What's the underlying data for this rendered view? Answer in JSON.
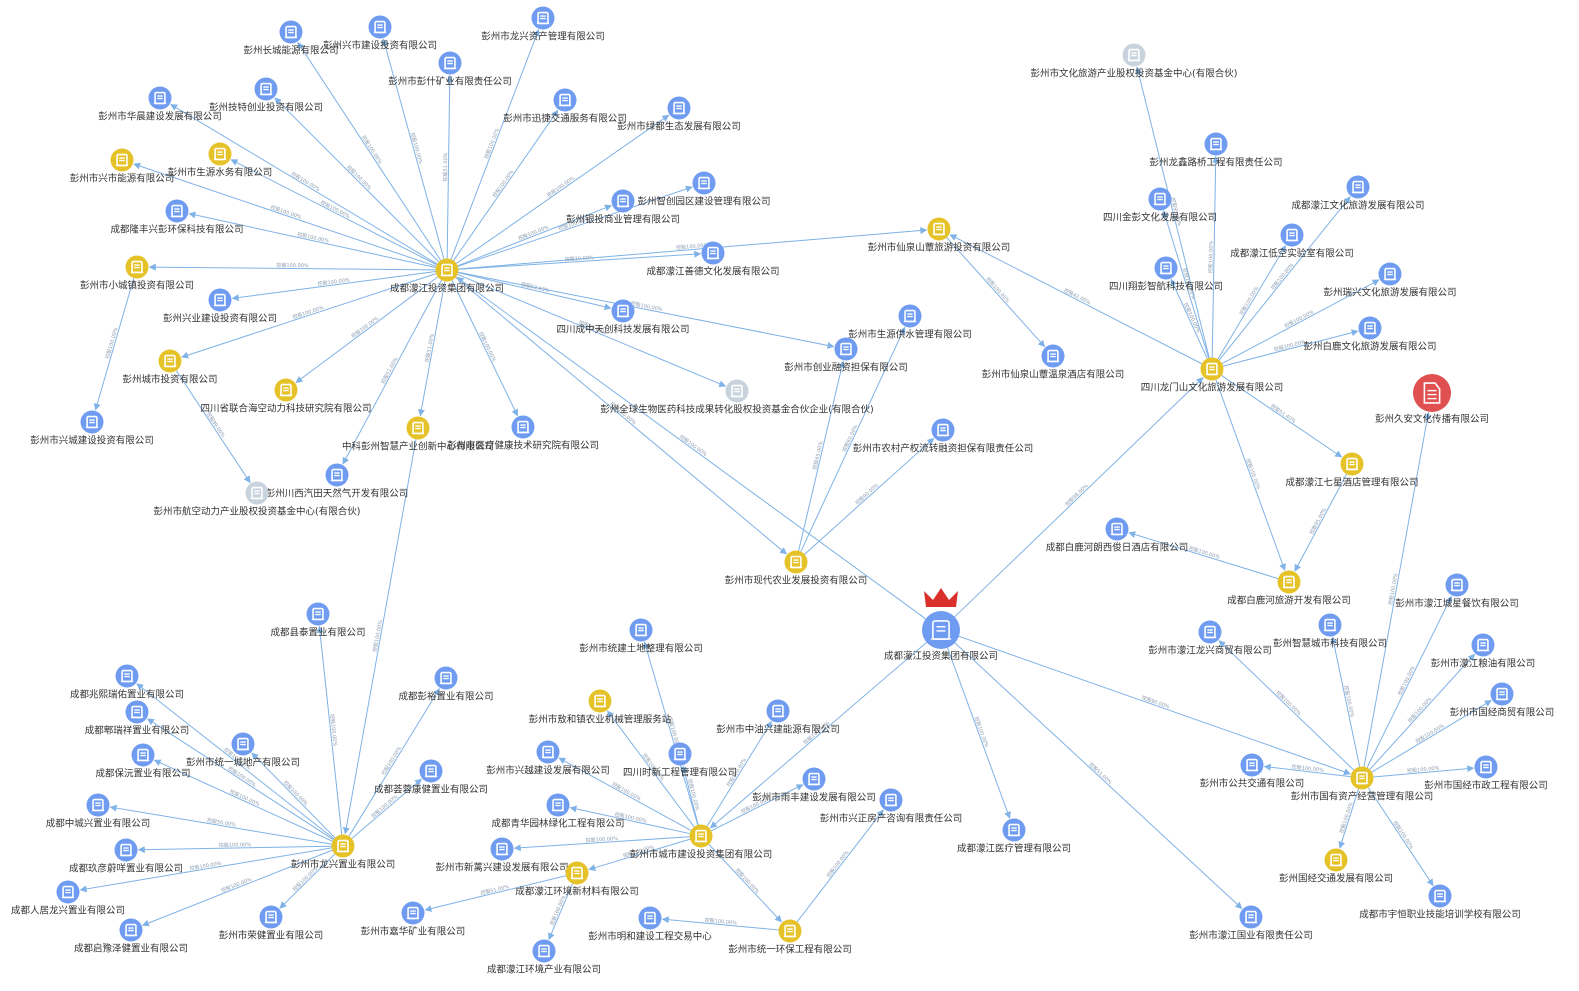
{
  "colors": {
    "blue": "#6f9cf0",
    "yellow": "#e6c229",
    "gray": "#c9d3de",
    "red": "#e05050",
    "crown": "#d9302b",
    "edge": "#7fb2e6"
  },
  "nodes": [
    {
      "id": "root",
      "label": "成都濛江投资集团有限公司",
      "type": "blue",
      "icon": "company-icon",
      "crown": true
    },
    {
      "id": "n1",
      "label": "成都濛江投资集团有限公司",
      "type": "yellow",
      "icon": "company-icon"
    },
    {
      "id": "a1",
      "label": "彭州长城能源有限公司",
      "type": "blue",
      "icon": "company-icon"
    },
    {
      "id": "a2",
      "label": "彭州兴市建设投资有限公司",
      "type": "blue",
      "icon": "company-icon"
    },
    {
      "id": "a3",
      "label": "彭州市龙兴资产管理有限公司",
      "type": "blue",
      "icon": "company-icon"
    },
    {
      "id": "a4",
      "label": "彭州市彭什矿业有限责任公司",
      "type": "blue",
      "icon": "company-icon"
    },
    {
      "id": "a5",
      "label": "彭州技特创业投资有限公司",
      "type": "blue",
      "icon": "company-icon"
    },
    {
      "id": "a6",
      "label": "彭州市华晨建设发展有限公司",
      "type": "blue",
      "icon": "company-icon"
    },
    {
      "id": "a7",
      "label": "彭州市迅捷交通服务有限公司",
      "type": "blue",
      "icon": "company-icon"
    },
    {
      "id": "a8",
      "label": "彭州市绿都生态发展有限公司",
      "type": "blue",
      "icon": "company-icon"
    },
    {
      "id": "a9",
      "label": "彭州市兴市能源有限公司",
      "type": "yellow",
      "icon": "company-icon"
    },
    {
      "id": "a10",
      "label": "彭州市生源水务有限公司",
      "type": "yellow",
      "icon": "company-icon"
    },
    {
      "id": "a11",
      "label": "成都隆丰兴彭环保科技有限公司",
      "type": "blue",
      "icon": "company-icon"
    },
    {
      "id": "a12",
      "label": "彭州智创园区建设管理有限公司",
      "type": "blue",
      "icon": "company-icon"
    },
    {
      "id": "a13",
      "label": "彭州银投商业管理有限公司",
      "type": "blue",
      "icon": "company-icon"
    },
    {
      "id": "a14",
      "label": "成都濛江善德文化发展有限公司",
      "type": "blue",
      "icon": "company-icon"
    },
    {
      "id": "a15",
      "label": "彭州市小城镇投资有限公司",
      "type": "yellow",
      "icon": "company-icon"
    },
    {
      "id": "a16",
      "label": "彭州兴业建设投资有限公司",
      "type": "blue",
      "icon": "company-icon"
    },
    {
      "id": "a17",
      "label": "彭州城市投资有限公司",
      "type": "yellow",
      "icon": "company-icon"
    },
    {
      "id": "a18",
      "label": "四川省联合海空动力科技研究院有限公司",
      "type": "yellow",
      "icon": "company-icon"
    },
    {
      "id": "a19",
      "label": "彭州市兴城建设投资有限公司",
      "type": "blue",
      "icon": "company-icon"
    },
    {
      "id": "a20",
      "label": "中科彭州智慧产业创新中心有限公司",
      "type": "yellow",
      "icon": "company-icon"
    },
    {
      "id": "a21",
      "label": "彭州市医疗健康技术研究院有限公司",
      "type": "blue",
      "icon": "company-icon"
    },
    {
      "id": "a22",
      "label": "彭州川西汽田天然气开发有限公司",
      "type": "blue",
      "icon": "company-icon"
    },
    {
      "id": "a23",
      "label": "彭州市航空动力产业股权投资基金中心(有限合伙)",
      "type": "gray",
      "icon": "company-icon"
    },
    {
      "id": "a24",
      "label": "四川成中天创科技发展有限公司",
      "type": "blue",
      "icon": "company-icon"
    },
    {
      "id": "a25",
      "label": "彭州全球生物医药科技成果转化股权投资基金合伙企业(有限合伙)",
      "type": "gray",
      "icon": "company-icon"
    },
    {
      "id": "b1",
      "label": "彭州市仙泉山蕈旅游投资有限公司",
      "type": "yellow",
      "icon": "company-icon"
    },
    {
      "id": "b2",
      "label": "彭州市仙泉山蕈温泉酒店有限公司",
      "type": "blue",
      "icon": "company-icon"
    },
    {
      "id": "c1",
      "label": "彭州市生源供水管理有限公司",
      "type": "blue",
      "icon": "company-icon"
    },
    {
      "id": "c2",
      "label": "彭州市创业融资担保有限公司",
      "type": "blue",
      "icon": "company-icon"
    },
    {
      "id": "c3",
      "label": "彭州市农村产权流转融资担保有限责任公司",
      "type": "blue",
      "icon": "company-icon"
    },
    {
      "id": "c4",
      "label": "彭州市现代农业发展投资有限公司",
      "type": "yellow",
      "icon": "company-icon"
    },
    {
      "id": "d0",
      "label": "四川龙门山文化旅游发展有限公司",
      "type": "yellow",
      "icon": "company-icon"
    },
    {
      "id": "d1",
      "label": "彭州市文化旅游产业股权投资基金中心(有限合伙)",
      "type": "gray",
      "icon": "company-icon"
    },
    {
      "id": "d2",
      "label": "彭州龙鑫路桥工程有限责任公司",
      "type": "blue",
      "icon": "company-icon"
    },
    {
      "id": "d3",
      "label": "四川金彭文化发展有限公司",
      "type": "blue",
      "icon": "company-icon"
    },
    {
      "id": "d4",
      "label": "成都濛江文化旅游发展有限公司",
      "type": "blue",
      "icon": "company-icon"
    },
    {
      "id": "d5",
      "label": "成都濛江低空实验室有限公司",
      "type": "blue",
      "icon": "company-icon"
    },
    {
      "id": "d6",
      "label": "四川翔彭智航科技有限公司",
      "type": "blue",
      "icon": "company-icon"
    },
    {
      "id": "d7",
      "label": "彭州瑞兴文化旅游发展有限公司",
      "type": "blue",
      "icon": "company-icon"
    },
    {
      "id": "d8",
      "label": "彭州白鹿文化旅游发展有限公司",
      "type": "blue",
      "icon": "company-icon"
    },
    {
      "id": "d9",
      "label": "成都濛江七星酒店管理有限公司",
      "type": "yellow",
      "icon": "company-icon"
    },
    {
      "id": "d10",
      "label": "成都白鹿河朗西俊日酒店有限公司",
      "type": "blue",
      "icon": "company-icon"
    },
    {
      "id": "d11",
      "label": "成都白鹿河旅游开发有限公司",
      "type": "yellow",
      "icon": "company-icon"
    },
    {
      "id": "e0",
      "label": "彭州久安文化传播有限公司",
      "type": "red",
      "icon": "document-icon"
    },
    {
      "id": "f0",
      "label": "彭州市国有资产经营管理有限公司",
      "type": "yellow",
      "icon": "company-icon"
    },
    {
      "id": "f1",
      "label": "彭州市濛江城星餐饮有限公司",
      "type": "blue",
      "icon": "company-icon"
    },
    {
      "id": "f2",
      "label": "彭州市濛江龙兴商贸有限公司",
      "type": "blue",
      "icon": "company-icon"
    },
    {
      "id": "f3",
      "label": "彭州智慧城市科技有限公司",
      "type": "blue",
      "icon": "company-icon"
    },
    {
      "id": "f4",
      "label": "彭州市濛江粮油有限公司",
      "type": "blue",
      "icon": "company-icon"
    },
    {
      "id": "f5",
      "label": "彭州市国经商贸有限公司",
      "type": "blue",
      "icon": "company-icon"
    },
    {
      "id": "f6",
      "label": "彭州市公共交通有限公司",
      "type": "blue",
      "icon": "company-icon"
    },
    {
      "id": "f7",
      "label": "彭州市国经市政工程有限公司",
      "type": "blue",
      "icon": "company-icon"
    },
    {
      "id": "f8",
      "label": "彭州国经交通发展有限公司",
      "type": "yellow",
      "icon": "company-icon"
    },
    {
      "id": "f9",
      "label": "成都市宇恒职业技能培训学校有限公司",
      "type": "blue",
      "icon": "company-icon"
    },
    {
      "id": "g1",
      "label": "成都濛江医疗管理有限公司",
      "type": "blue",
      "icon": "company-icon"
    },
    {
      "id": "g2",
      "label": "彭州市濛江国业有限责任公司",
      "type": "blue",
      "icon": "company-icon"
    },
    {
      "id": "h0",
      "label": "彭州市城市建设投资集团有限公司",
      "type": "yellow",
      "icon": "company-icon"
    },
    {
      "id": "h1",
      "label": "彭州市统建土地整理有限公司",
      "type": "blue",
      "icon": "company-icon"
    },
    {
      "id": "h2",
      "label": "彭州市敖和镇农业机械管理服务站",
      "type": "yellow",
      "icon": "company-icon"
    },
    {
      "id": "h3",
      "label": "彭州市中油兴建能源有限公司",
      "type": "blue",
      "icon": "company-icon"
    },
    {
      "id": "h4",
      "label": "四川时新工程管理有限公司",
      "type": "blue",
      "icon": "company-icon"
    },
    {
      "id": "h5",
      "label": "彭州市兴越建设发展有限公司",
      "type": "blue",
      "icon": "company-icon"
    },
    {
      "id": "h6",
      "label": "彭州市雨丰建设发展有限公司",
      "type": "blue",
      "icon": "company-icon"
    },
    {
      "id": "h7",
      "label": "成都青华园林绿化工程有限公司",
      "type": "blue",
      "icon": "company-icon"
    },
    {
      "id": "h8",
      "label": "彭州市兴正房产咨询有限责任公司",
      "type": "blue",
      "icon": "company-icon"
    },
    {
      "id": "h9",
      "label": "彭州市新蓠兴建设发展有限公司",
      "type": "blue",
      "icon": "company-icon"
    },
    {
      "id": "h10",
      "label": "成都濛江环境新材料有限公司",
      "type": "yellow",
      "icon": "company-icon"
    },
    {
      "id": "h11",
      "label": "彭州市嘉华矿业有限公司",
      "type": "blue",
      "icon": "company-icon"
    },
    {
      "id": "h12",
      "label": "彭州市明和建设工程交易中心",
      "type": "blue",
      "icon": "company-icon"
    },
    {
      "id": "h13",
      "label": "彭州市统一环保工程有限公司",
      "type": "yellow",
      "icon": "company-icon"
    },
    {
      "id": "h14",
      "label": "成都濛江环境产业有限公司",
      "type": "blue",
      "icon": "company-icon"
    },
    {
      "id": "i0",
      "label": "彭州市龙兴置业有限公司",
      "type": "yellow",
      "icon": "company-icon"
    },
    {
      "id": "i1",
      "label": "成都县泰置业有限公司",
      "type": "blue",
      "icon": "company-icon"
    },
    {
      "id": "i2",
      "label": "成都兆熙瑞佑置业有限公司",
      "type": "blue",
      "icon": "company-icon"
    },
    {
      "id": "i3",
      "label": "成都郫瑞祥置业有限公司",
      "type": "blue",
      "icon": "company-icon"
    },
    {
      "id": "i4",
      "label": "成都彭裕置业有限公司",
      "type": "blue",
      "icon": "company-icon"
    },
    {
      "id": "i5",
      "label": "彭州市统一城地产有限公司",
      "type": "blue",
      "icon": "company-icon"
    },
    {
      "id": "i6",
      "label": "成都保沅置业有限公司",
      "type": "blue",
      "icon": "company-icon"
    },
    {
      "id": "i7",
      "label": "成都荟蓉康健置业有限公司",
      "type": "blue",
      "icon": "company-icon"
    },
    {
      "id": "i8",
      "label": "成都中城兴置业有限公司",
      "type": "blue",
      "icon": "company-icon"
    },
    {
      "id": "i9",
      "label": "成都玖彦蔚咩置业有限公司",
      "type": "blue",
      "icon": "company-icon"
    },
    {
      "id": "i10",
      "label": "成都人居龙兴置业有限公司",
      "type": "blue",
      "icon": "company-icon"
    },
    {
      "id": "i11",
      "label": "彭州市荣健置业有限公司",
      "type": "blue",
      "icon": "company-icon"
    },
    {
      "id": "i12",
      "label": "成都启豫泽健置业有限公司",
      "type": "blue",
      "icon": "company-icon"
    }
  ],
  "edges": [
    {
      "from": "root",
      "to": "n1",
      "label": "控股100.00%"
    },
    {
      "from": "root",
      "to": "d0",
      "label": "控股98.00%"
    },
    {
      "from": "root",
      "to": "f0",
      "label": "控股90.00%"
    },
    {
      "from": "root",
      "to": "g1",
      "label": "控股100.00%"
    },
    {
      "from": "root",
      "to": "g2",
      "label": "控股51.00%"
    },
    {
      "from": "root",
      "to": "h0",
      "label": "控股100.00%"
    },
    {
      "from": "n1",
      "to": "a1",
      "label": "控股100.00%"
    },
    {
      "from": "n1",
      "to": "a2",
      "label": "控股100.00%"
    },
    {
      "from": "n1",
      "to": "a3",
      "label": "控股100.00%"
    },
    {
      "from": "n1",
      "to": "a4",
      "label": "控股51.00%"
    },
    {
      "from": "n1",
      "to": "a5",
      "label": "控股100.00%"
    },
    {
      "from": "n1",
      "to": "a6",
      "label": "控股100.00%"
    },
    {
      "from": "n1",
      "to": "a7",
      "label": "控股100.00%"
    },
    {
      "from": "n1",
      "to": "a8",
      "label": "控股100.00%"
    },
    {
      "from": "n1",
      "to": "a9",
      "label": "控股100.00%"
    },
    {
      "from": "n1",
      "to": "a10",
      "label": "控股100.00%"
    },
    {
      "from": "n1",
      "to": "a11",
      "label": "控股100.00%"
    },
    {
      "from": "n1",
      "to": "a12",
      "label": "控股100.00%"
    },
    {
      "from": "n1",
      "to": "a13",
      "label": "控股100.00%"
    },
    {
      "from": "n1",
      "to": "a14",
      "label": "控股10.00%"
    },
    {
      "from": "n1",
      "to": "a15",
      "label": "控股100.00%"
    },
    {
      "from": "n1",
      "to": "a16",
      "label": "控股100.00%"
    },
    {
      "from": "n1",
      "to": "a17",
      "label": "控股100.00%"
    },
    {
      "from": "n1",
      "to": "a18",
      "label": "控股100.00%"
    },
    {
      "from": "n1",
      "to": "a20",
      "label": "控股51.00%"
    },
    {
      "from": "n1",
      "to": "a21",
      "label": "控股100.00%"
    },
    {
      "from": "n1",
      "to": "a22",
      "label": "控股51.00%"
    },
    {
      "from": "n1",
      "to": "a24",
      "label": "控股53.93%"
    },
    {
      "from": "n1",
      "to": "a25",
      "label": "控股99.00%"
    },
    {
      "from": "n1",
      "to": "b1",
      "label": "控股100.00%"
    },
    {
      "from": "n1",
      "to": "c2",
      "label": "控股100.00%"
    },
    {
      "from": "n1",
      "to": "c4",
      "label": "控股100.00%"
    },
    {
      "from": "a15",
      "to": "a19",
      "label": "控股100.00%"
    },
    {
      "from": "a17",
      "to": "a23",
      "label": "控股99.00%"
    },
    {
      "from": "a20",
      "to": "i0",
      "label": "控股100.00%"
    },
    {
      "from": "b1",
      "to": "b2",
      "label": "控股100.00%"
    },
    {
      "from": "d0",
      "to": "b1",
      "label": "控股42.00%"
    },
    {
      "from": "c4",
      "to": "c1",
      "label": "控股60.00%"
    },
    {
      "from": "c4",
      "to": "c2",
      "label": "控股45.00%"
    },
    {
      "from": "c4",
      "to": "c3",
      "label": "控股90.00%"
    },
    {
      "from": "d0",
      "to": "d1",
      "label": "控股99.00%"
    },
    {
      "from": "d0",
      "to": "d2",
      "label": "控股100.00%"
    },
    {
      "from": "d0",
      "to": "d3",
      "label": "控股100.00%"
    },
    {
      "from": "d0",
      "to": "d4",
      "label": "控股100.00%"
    },
    {
      "from": "d0",
      "to": "d5",
      "label": "控股100.00%"
    },
    {
      "from": "d0",
      "to": "d6",
      "label": "控股100.00%"
    },
    {
      "from": "d0",
      "to": "d7",
      "label": "控股100.00%"
    },
    {
      "from": "d0",
      "to": "d8",
      "label": "控股100.00%"
    },
    {
      "from": "d0",
      "to": "d9",
      "label": "控股51.40%"
    },
    {
      "from": "d0",
      "to": "d11",
      "label": "控股100.00%"
    },
    {
      "from": "d9",
      "to": "d11",
      "label": "控股95.00%"
    },
    {
      "from": "d11",
      "to": "d10",
      "label": "控股100.00%"
    },
    {
      "from": "f0",
      "to": "e0",
      "label": "控股100.00%"
    },
    {
      "from": "f0",
      "to": "f1",
      "label": "控股100.00%"
    },
    {
      "from": "f0",
      "to": "f2",
      "label": "控股100.00%"
    },
    {
      "from": "f0",
      "to": "f3",
      "label": "控股100.00%"
    },
    {
      "from": "f0",
      "to": "f4",
      "label": "控股100.00%"
    },
    {
      "from": "f0",
      "to": "f5",
      "label": "控股100.00%"
    },
    {
      "from": "f0",
      "to": "f6",
      "label": "控股100.00%"
    },
    {
      "from": "f0",
      "to": "f7",
      "label": "控股100.00%"
    },
    {
      "from": "f0",
      "to": "f8",
      "label": "控股100.00%"
    },
    {
      "from": "f0",
      "to": "f9",
      "label": "控股100.00%"
    },
    {
      "from": "h0",
      "to": "h1",
      "label": "控股100.00%"
    },
    {
      "from": "h0",
      "to": "h2",
      "label": "控股100.00%"
    },
    {
      "from": "h0",
      "to": "h3",
      "label": "控股100.00%"
    },
    {
      "from": "h0",
      "to": "h4",
      "label": "控股100.00%"
    },
    {
      "from": "h0",
      "to": "h5",
      "label": "控股100.00%"
    },
    {
      "from": "h0",
      "to": "h6",
      "label": "控股100.00%"
    },
    {
      "from": "h0",
      "to": "h7",
      "label": "控股100.00%"
    },
    {
      "from": "h0",
      "to": "h9",
      "label": "控股100.00%"
    },
    {
      "from": "h0",
      "to": "h10",
      "label": "控股100.00%"
    },
    {
      "from": "h0",
      "to": "h13",
      "label": "控股100.00%"
    },
    {
      "from": "h13",
      "to": "h8",
      "label": "控股100.00%"
    },
    {
      "from": "h13",
      "to": "h12",
      "label": "控股100.00%"
    },
    {
      "from": "h10",
      "to": "h11",
      "label": "控股51.00%"
    },
    {
      "from": "h10",
      "to": "h14",
      "label": "控股100.00%"
    },
    {
      "from": "i0",
      "to": "i1",
      "label": "控股100.00%"
    },
    {
      "from": "i0",
      "to": "i2",
      "label": "控股100.00%"
    },
    {
      "from": "i0",
      "to": "i3",
      "label": "控股100.00%"
    },
    {
      "from": "i0",
      "to": "i4",
      "label": "控股100.00%"
    },
    {
      "from": "i0",
      "to": "i5",
      "label": "控股100.00%"
    },
    {
      "from": "i0",
      "to": "i6",
      "label": "控股100.00%"
    },
    {
      "from": "i0",
      "to": "i7",
      "label": "控股100.00%"
    },
    {
      "from": "i0",
      "to": "i8",
      "label": "控股50.00%"
    },
    {
      "from": "i0",
      "to": "i9",
      "label": "控股100.00%"
    },
    {
      "from": "i0",
      "to": "i10",
      "label": "控股100.00%"
    },
    {
      "from": "i0",
      "to": "i11",
      "label": "控股100.00%"
    },
    {
      "from": "i0",
      "to": "i12",
      "label": "控股100.00%"
    }
  ]
}
